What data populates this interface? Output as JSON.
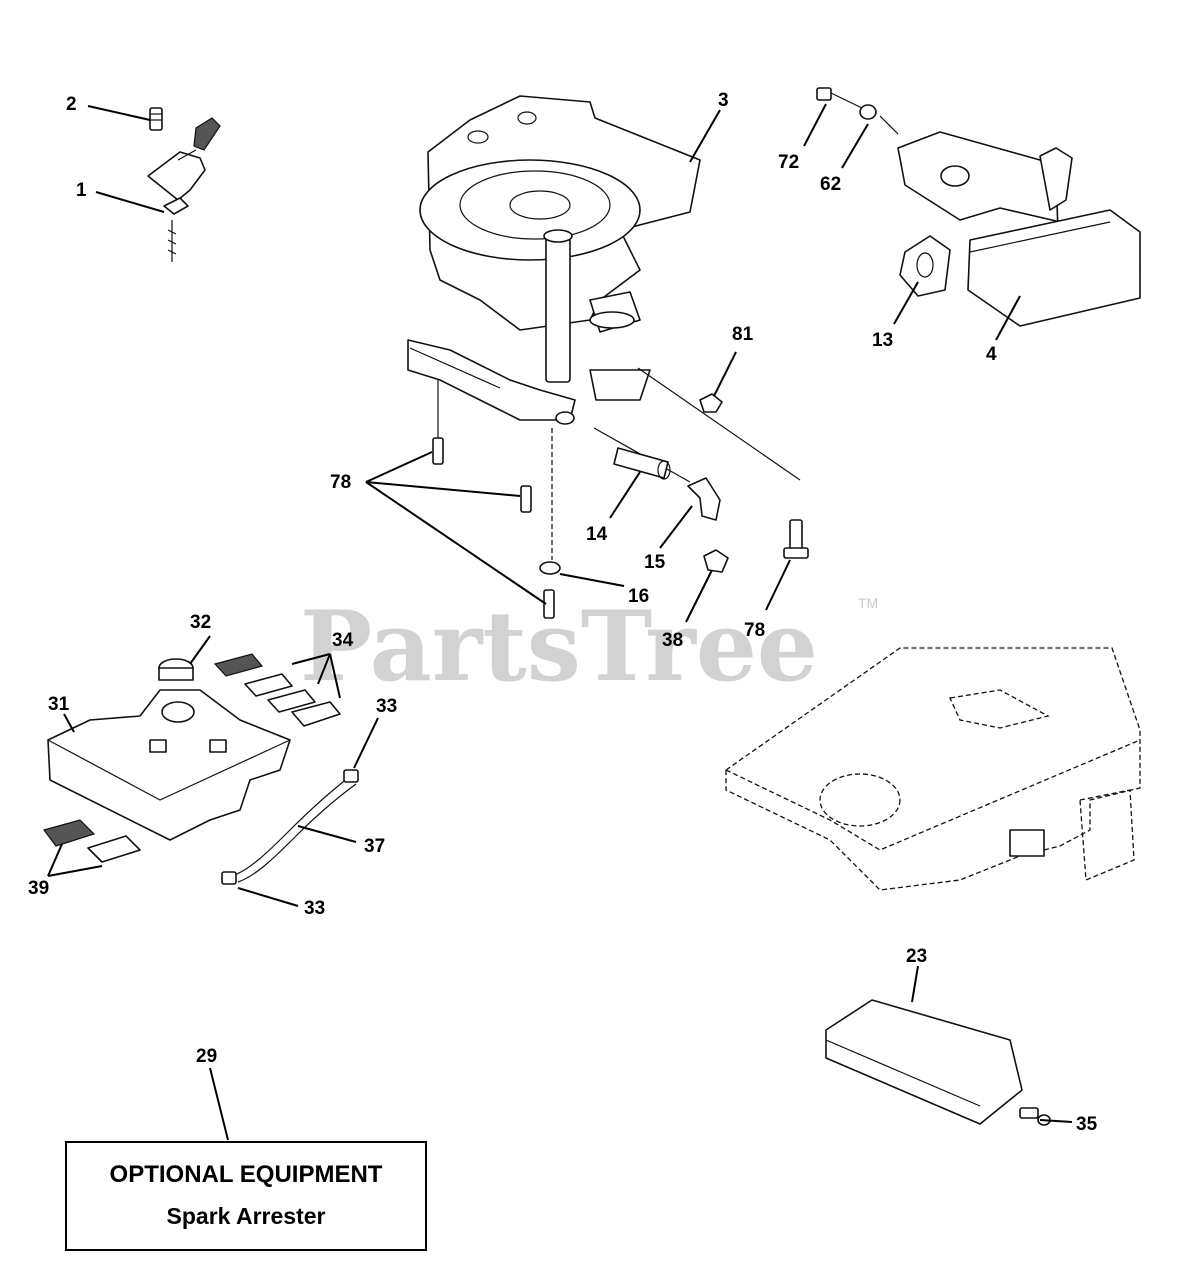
{
  "watermark": {
    "brand": "PartsTree",
    "trademark": "TM"
  },
  "callouts": {
    "c1": "1",
    "c2": "2",
    "c3": "3",
    "c4": "4",
    "c13": "13",
    "c14": "14",
    "c15": "15",
    "c16": "16",
    "c23": "23",
    "c29": "29",
    "c31": "31",
    "c32": "32",
    "c33a": "33",
    "c33b": "33",
    "c34": "34",
    "c35": "35",
    "c37": "37",
    "c38": "38",
    "c39": "39",
    "c62": "62",
    "c72": "72",
    "c78a": "78",
    "c78b": "78",
    "c81": "81"
  },
  "optional_box": {
    "title": "OPTIONAL EQUIPMENT",
    "subtitle": "Spark Arrester"
  }
}
